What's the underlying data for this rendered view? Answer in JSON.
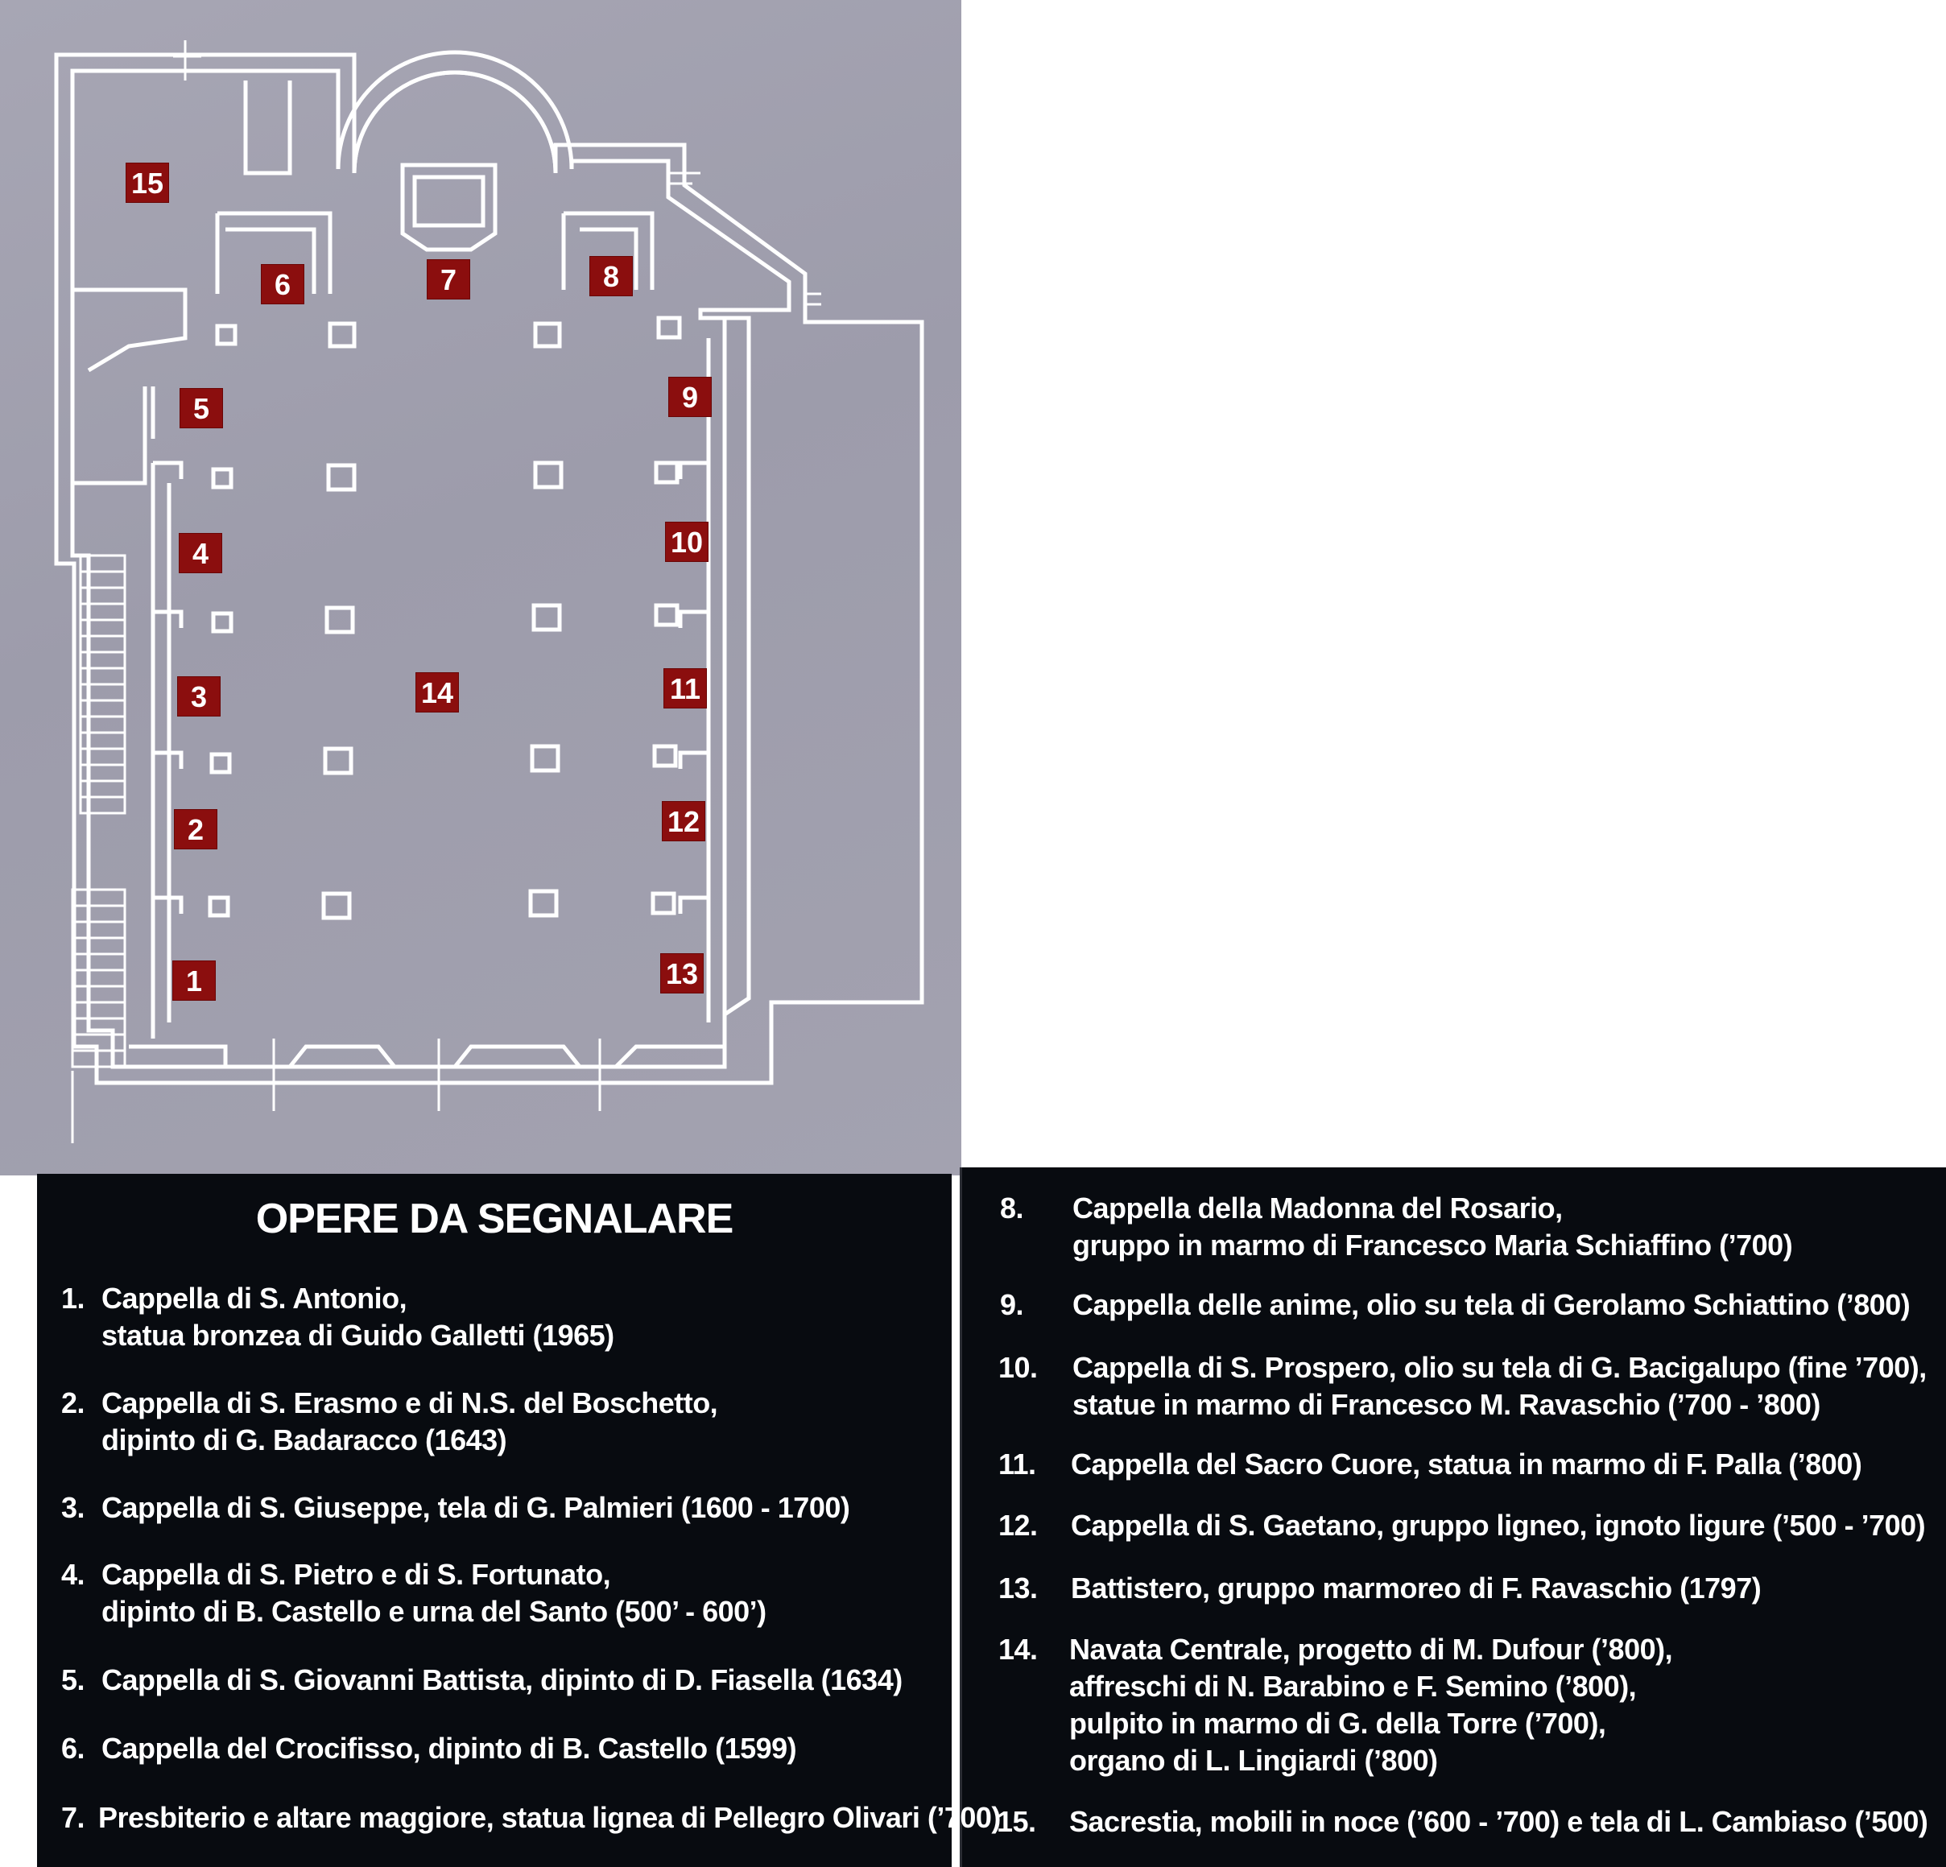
{
  "legend": {
    "title": "OPERE DA SEGNALARE",
    "items": [
      {
        "num": "1.",
        "lines": [
          "Cappella di S. Antonio,",
          "statua bronzea di Guido Galletti (1965)"
        ]
      },
      {
        "num": "2.",
        "lines": [
          "Cappella di S. Erasmo e di N.S. del Boschetto,",
          "dipinto di G. Badaracco (1643)"
        ]
      },
      {
        "num": "3.",
        "lines": [
          "Cappella di S. Giuseppe, tela di G. Palmieri (1600 - 1700)"
        ]
      },
      {
        "num": "4.",
        "lines": [
          "Cappella di S. Pietro e di S. Fortunato,",
          "dipinto di B. Castello e urna del Santo (500’ - 600’)"
        ]
      },
      {
        "num": "5.",
        "lines": [
          "Cappella di S. Giovanni Battista, dipinto di D. Fiasella (1634)"
        ]
      },
      {
        "num": "6.",
        "lines": [
          "Cappella del Crocifisso, dipinto di B. Castello (1599)"
        ]
      },
      {
        "num": "7.",
        "lines": [
          "Presbiterio e altare maggiore, statua lignea di Pellegro Olivari (’700)"
        ]
      },
      {
        "num": "8.",
        "lines": [
          "Cappella della Madonna del Rosario,",
          "gruppo in marmo di Francesco Maria Schiaffino (’700)"
        ]
      },
      {
        "num": "9.",
        "lines": [
          "Cappella delle anime, olio su tela di Gerolamo Schiattino (’800)"
        ]
      },
      {
        "num": "10.",
        "lines": [
          "Cappella di S. Prospero, olio su tela di G. Bacigalupo (fine ’700),",
          "statue in marmo di Francesco M. Ravaschio (’700 - ’800)"
        ]
      },
      {
        "num": "11.",
        "lines": [
          "Cappella del Sacro Cuore, statua in marmo di F. Palla (’800)"
        ]
      },
      {
        "num": "12.",
        "lines": [
          "Cappella di S. Gaetano, gruppo ligneo, ignoto ligure (’500 - ’700)"
        ]
      },
      {
        "num": "13.",
        "lines": [
          "Battistero, gruppo marmoreo di F. Ravaschio (1797)"
        ]
      },
      {
        "num": "14.",
        "lines": [
          "Navata Centrale, progetto di M. Dufour (’800),",
          "affreschi di N. Barabino e F. Semino (’800),",
          "pulpito in marmo di G. della Torre (’700),",
          "organo di L. Lingiardi (’800)"
        ]
      },
      {
        "num": "15.",
        "lines": [
          "Sacrestia, mobili in noce (’600 - ’700) e tela di L. Cambiaso (’500)"
        ]
      }
    ]
  },
  "map": {
    "markers": [
      "1",
      "2",
      "3",
      "4",
      "5",
      "6",
      "7",
      "8",
      "9",
      "10",
      "11",
      "12",
      "13",
      "14",
      "15"
    ],
    "marker_color": "#8b0e0e",
    "line_color": "#ffffff"
  }
}
